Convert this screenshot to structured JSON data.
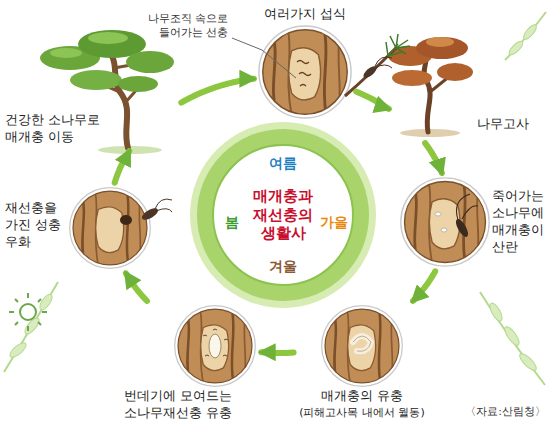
{
  "diagram": {
    "title": "매개충과 재선충의 생활사",
    "nodes": [
      {
        "text": [
          "여러가지 섭식"
        ]
      },
      {
        "text": [
          "나무고사"
        ]
      },
      {
        "text": [
          "죽어가는 소나무에 매개충이 산란"
        ]
      },
      {
        "text": [
          "매개충의 유충",
          "(피해고사목 내에서 월동)"
        ]
      },
      {
        "text": [
          "번데기에 모여드는 소나무재선충 유충"
        ]
      },
      {
        "text": [
          "재선충을 가진 성충 우화"
        ]
      },
      {
        "text": [
          "건강한 소나무로 매개충 이동"
        ]
      }
    ],
    "edges": [
      {
        "from": 0,
        "to": 1,
        "arrow": "to"
      },
      {
        "from": 1,
        "to": 2,
        "arrow": "to"
      },
      {
        "from": 2,
        "to": 3,
        "arrow": "to"
      },
      {
        "from": 3,
        "to": 4,
        "arrow": "to"
      },
      {
        "from": 4,
        "to": 5,
        "arrow": "to"
      },
      {
        "from": 5,
        "to": 6,
        "arrow": "to"
      },
      {
        "from": 6,
        "to": 0,
        "arrow": "to"
      }
    ],
    "labels": [
      "나무조직 속으로 들어가는 선충",
      "여름",
      "가을",
      "겨울",
      "봄",
      "〈자료:산림청〉"
    ]
  }
}
